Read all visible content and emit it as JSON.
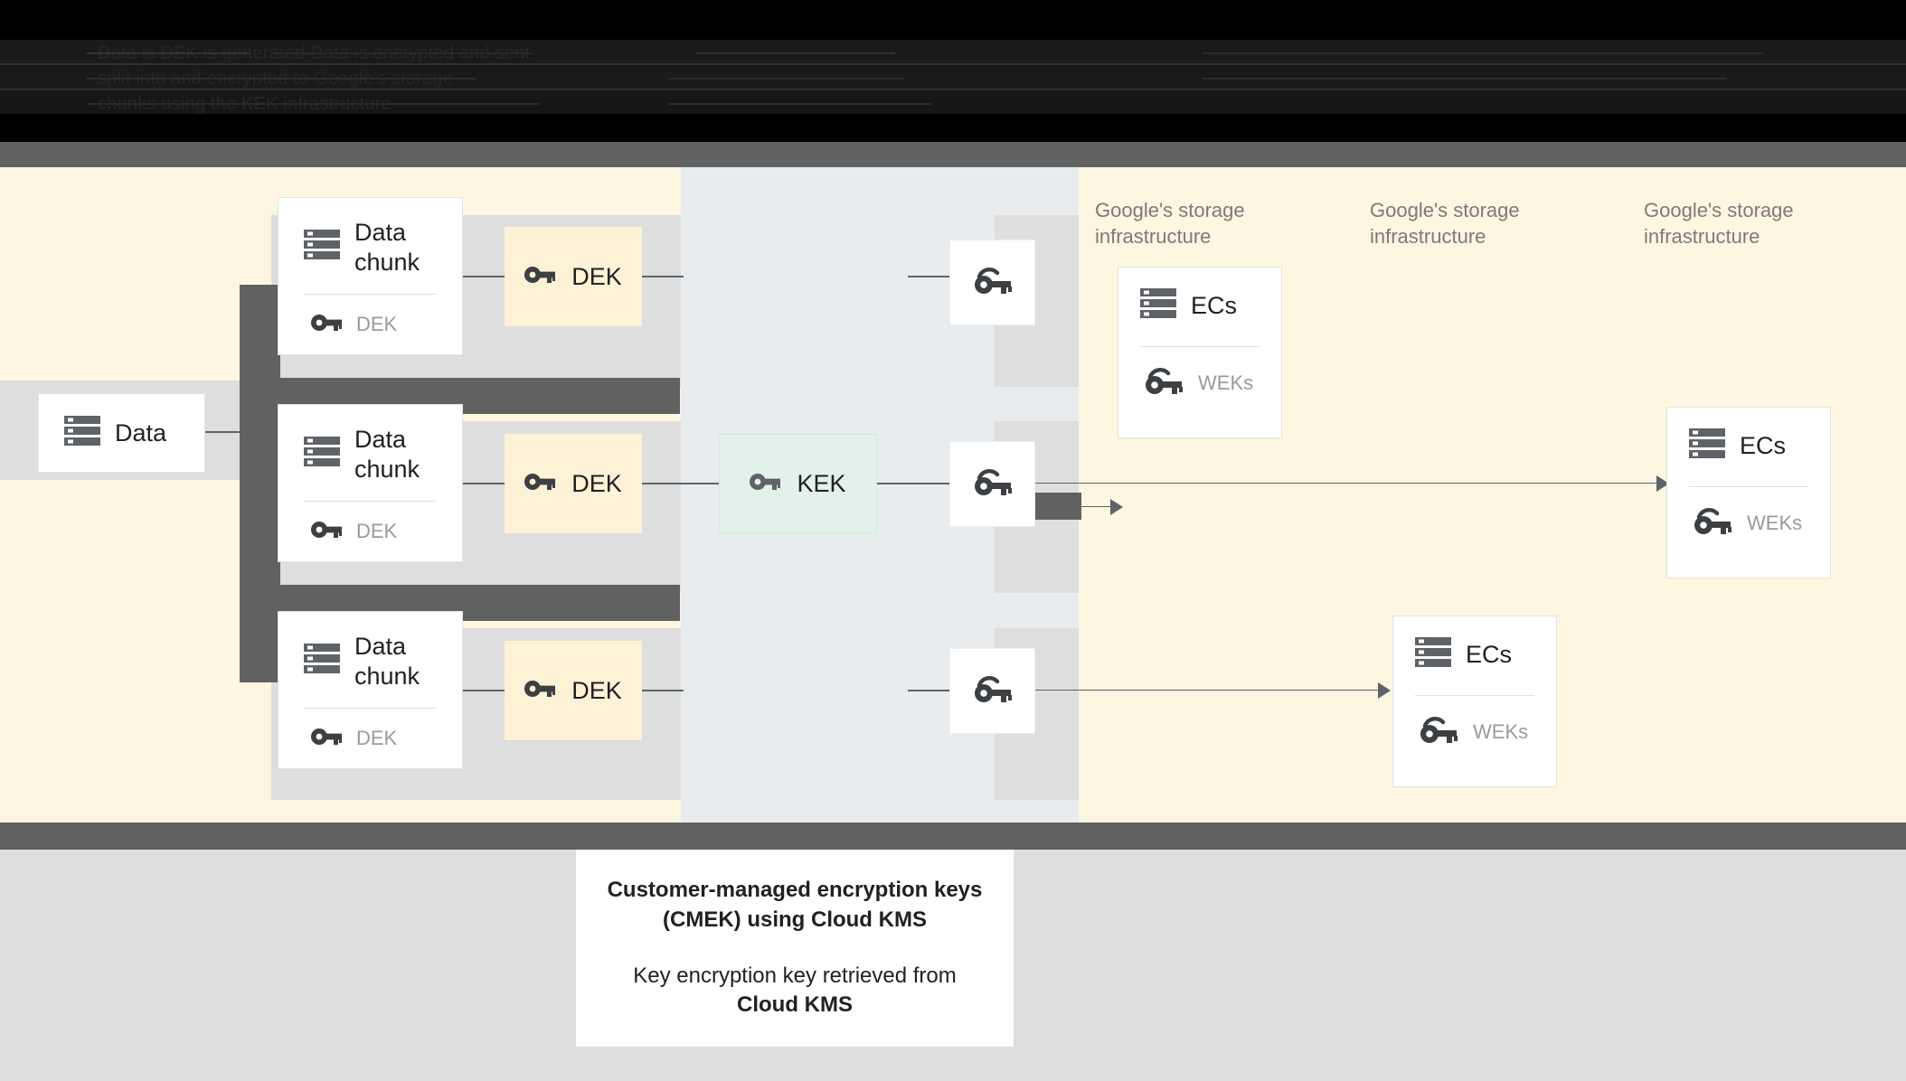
{
  "top_banner": {
    "obscured": true,
    "note_lines": [
      "Data is          DEK is generated                    Data is encrypted and sent",
      "split into       and encrypted                       to Google's storage",
      "chunks           using the KEK                       infrastructure"
    ]
  },
  "diagram": {
    "source_card": {
      "title": "Data",
      "icon": "server-icon"
    },
    "chunk_cards": [
      {
        "title": "Data\nchunk",
        "icon": "server-icon",
        "sub_label": "DEK",
        "sub_icon": "key-icon"
      },
      {
        "title": "Data\nchunk",
        "icon": "server-icon",
        "sub_label": "DEK",
        "sub_icon": "key-icon"
      },
      {
        "title": "Data\nchunk",
        "icon": "server-icon",
        "sub_label": "DEK",
        "sub_icon": "key-icon"
      }
    ],
    "dek_chips": [
      {
        "label": "DEK",
        "icon": "key-icon",
        "color": "#fdf2d5"
      },
      {
        "label": "DEK",
        "icon": "key-icon",
        "color": "#fdf2d5"
      },
      {
        "label": "DEK",
        "icon": "key-icon",
        "color": "#fdf2d5"
      }
    ],
    "kek_chip": {
      "label": "KEK",
      "icon": "key-icon",
      "color": "#e2f1e9"
    },
    "wrapped_key_chips": [
      {
        "icon": "wrapped-key-icon"
      },
      {
        "icon": "wrapped-key-icon"
      },
      {
        "icon": "wrapped-key-icon"
      }
    ],
    "infra_labels": [
      "Google's storage\ninfrastructure",
      "Google's storage\ninfrastructure",
      "Google's storage\ninfrastructure"
    ],
    "ec_cards": [
      {
        "title": "ECs",
        "icon": "server-icon",
        "sub_label": "WEKs",
        "sub_icon": "wrapped-key-icon"
      },
      {
        "title": "ECs",
        "icon": "server-icon",
        "sub_label": "WEKs",
        "sub_icon": "wrapped-key-icon"
      },
      {
        "title": "ECs",
        "icon": "server-icon",
        "sub_label": "WEKs",
        "sub_icon": "wrapped-key-icon"
      }
    ]
  },
  "caption": {
    "title": "Customer-managed encryption keys\n(CMEK) using Cloud KMS",
    "subtitle_prefix": "Key encryption key retrieved from ",
    "subtitle_strong": "Cloud KMS"
  },
  "colors": {
    "canvas_cream": "#fdf6e0",
    "column_bluegray": "#e8ecee",
    "block_gray": "#dedede",
    "bar_dark": "#616161",
    "dek_cream": "#fdf2d5",
    "kek_mint": "#e2f1e9",
    "text_primary": "#202124",
    "text_muted": "#9a9a9a",
    "label_gray": "#7b7b7b",
    "banner_black": "#000000"
  }
}
